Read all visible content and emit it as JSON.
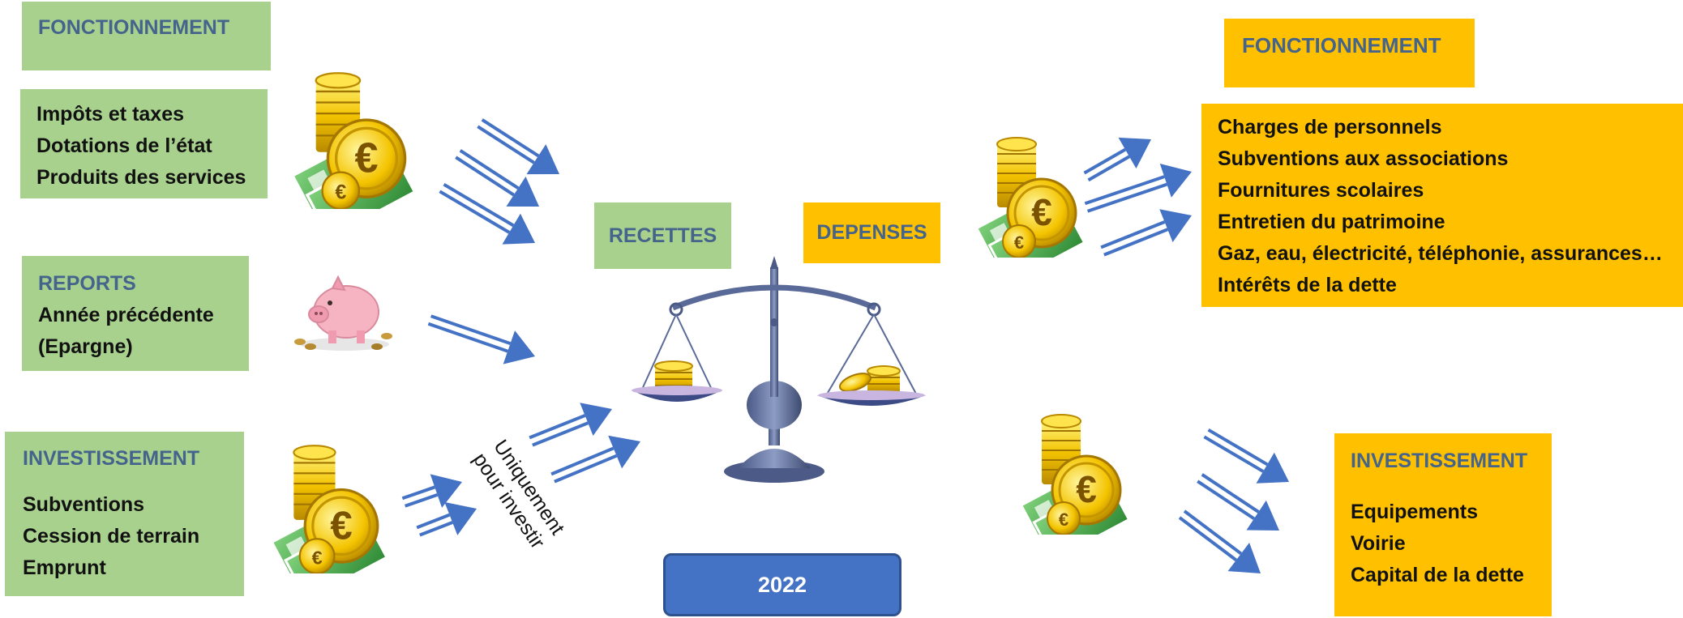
{
  "left": {
    "fonctionnement": {
      "title": "FONCTIONNEMENT",
      "items": [
        "Impôts et taxes",
        "Dotations de l’état",
        "Produits des services"
      ]
    },
    "reports": {
      "title": "REPORTS",
      "items": [
        "Année précédente",
        "(Epargne)"
      ]
    },
    "investissement": {
      "title": "INVESTISSEMENT",
      "items": [
        "Subventions",
        "Cession de terrain",
        "Emprunt"
      ]
    }
  },
  "center": {
    "recettes": "RECETTES",
    "depenses": "DEPENSES",
    "year": "2022",
    "note_line1": "Uniquement",
    "note_line2": "pour investir"
  },
  "right": {
    "fonctionnement": {
      "title": "FONCTIONNEMENT",
      "items": [
        "Charges de personnels",
        "Subventions aux associations",
        "Fournitures scolaires",
        "Entretien du patrimoine",
        "Gaz, eau, électricité, téléphonie, assurances…",
        "Intérêts de la dette"
      ]
    },
    "investissement": {
      "title": "INVESTISSEMENT",
      "items": [
        "Equipements",
        "Voirie",
        "Capital de la dette"
      ]
    }
  },
  "colors": {
    "green": "#a9d18e",
    "orange": "#ffc000",
    "blue": "#4472c4",
    "title_text": "#44648c"
  },
  "icons": [
    "coins-banknotes-icon",
    "piggy-bank-icon",
    "balance-scale-icon",
    "double-arrow-icon"
  ]
}
